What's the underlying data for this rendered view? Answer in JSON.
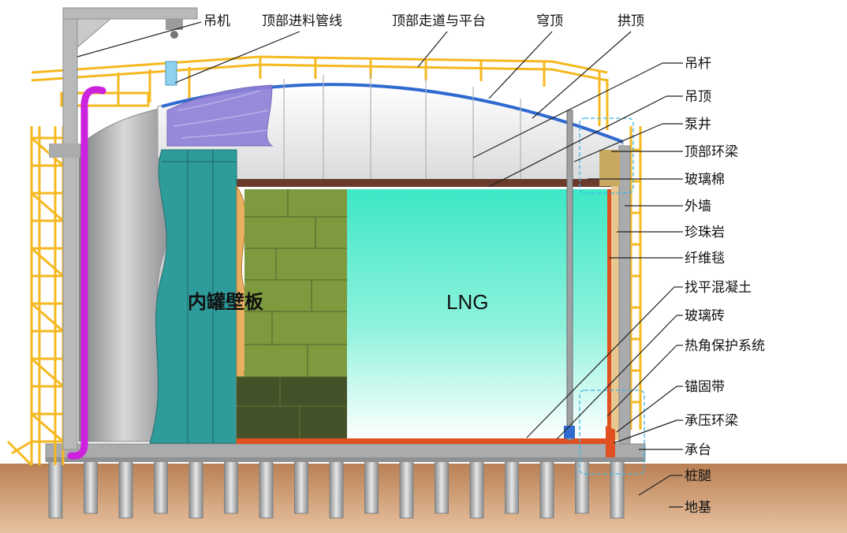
{
  "labels": {
    "crane": "吊机",
    "top_piping": "顶部进料管线",
    "top_walkway": "顶部走道与平台",
    "dome_roof": "穹顶",
    "arch_roof": "拱顶",
    "hanger_rod": "吊杆",
    "suspended_deck": "吊顶",
    "pump_well": "泵井",
    "top_ring_beam": "顶部环梁",
    "glass_wool": "玻璃棉",
    "outer_wall": "外墙",
    "perlite": "珍珠岩",
    "fiber_blanket": "纤维毯",
    "leveling_concrete": "找平混凝土",
    "foam_glass": "玻璃砖",
    "corner_protection": "热角保护系统",
    "anchor_strap": "锚固带",
    "bearing_ring_beam": "承压环梁",
    "pile_cap": "承台",
    "piles": "桩腿",
    "foundation": "地基",
    "inner_tank_wall": "内罐壁板",
    "lng": "LNG"
  },
  "colors": {
    "scaffold": "#f5b820",
    "lng_top": "#3ee8c6",
    "lng_bottom": "#ffffff",
    "wall_panel": "#2f9c9c",
    "insulation_blocks": "#7e9a3e",
    "soil": "#c99a72",
    "pile": "#b9bcbe",
    "pipe": "#cc22dd",
    "outer_wall": "#a9aaab",
    "roof_blue": "#2f6ad0",
    "suspended_deck": "#6a3a2a",
    "perlite": "#e8b060",
    "hot_corner": "#e05020"
  }
}
